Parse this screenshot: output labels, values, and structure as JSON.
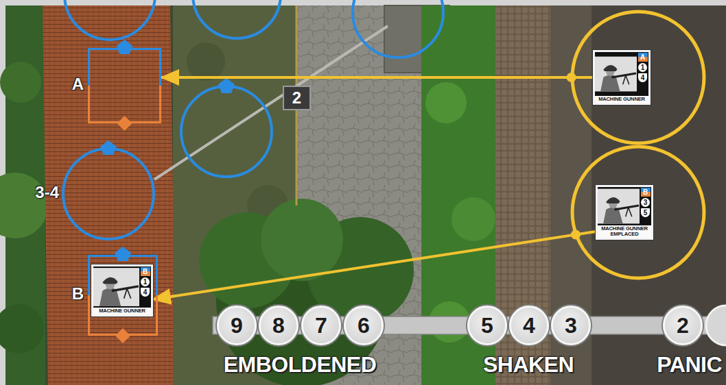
{
  "diagram": {
    "nodes": [
      {
        "text": [
          "A"
        ]
      },
      {
        "text": [
          "A",
          "1",
          "4",
          "MACHINE GUNNER"
        ]
      },
      {
        "text": [
          "2"
        ]
      },
      {
        "text": [
          "3-4"
        ]
      },
      {
        "text": [
          "B",
          "3",
          "5",
          "MACHINE GUNNER EMPLACED"
        ]
      },
      {
        "text": [
          "B"
        ]
      },
      {
        "text": [
          "B",
          "1",
          "4",
          "MACHINE GUNNER"
        ],
        "in": 5
      },
      {
        "text": [
          "9"
        ]
      },
      {
        "text": [
          "8"
        ]
      },
      {
        "text": [
          "7"
        ]
      },
      {
        "text": [
          "6"
        ]
      },
      {
        "text": [
          "5"
        ]
      },
      {
        "text": [
          "4"
        ]
      },
      {
        "text": [
          "3"
        ]
      },
      {
        "text": [
          "2"
        ]
      }
    ],
    "edges": [
      {
        "from": 1,
        "to": 0,
        "arrow": "to"
      },
      {
        "from": 4,
        "to": 6,
        "arrow": "to"
      }
    ],
    "labels": [
      "EMBOLDENED",
      "SHAKEN",
      "PANIC"
    ]
  }
}
